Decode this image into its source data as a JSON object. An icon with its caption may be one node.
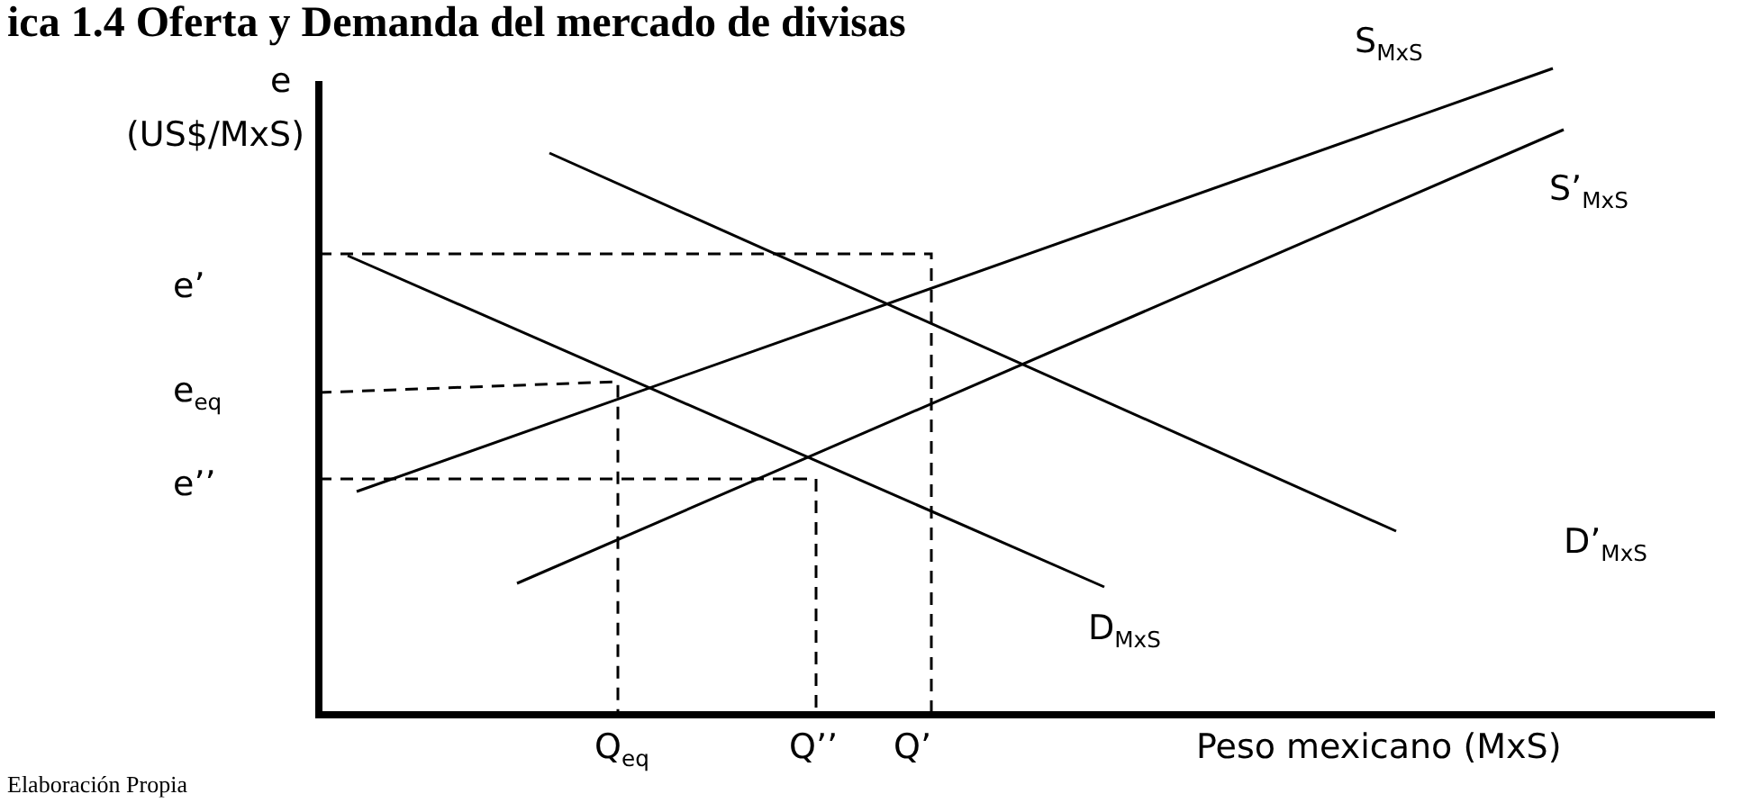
{
  "diagram": {
    "title": "ica 1.4 Oferta y Demanda del mercado de divisas",
    "labels": [
      "e",
      "(US$/MxS)",
      "S$_{MxS}$",
      "S’$_{MxS}$",
      "e’",
      "e$_{eq}$",
      "e’’",
      "D’$_{MxS}$",
      "D$_{MxS}$",
      "Q$_{eq}$",
      "Q’’",
      "Q’",
      "Peso mexicano (MxS)",
      "Elaboración Propia"
    ]
  }
}
